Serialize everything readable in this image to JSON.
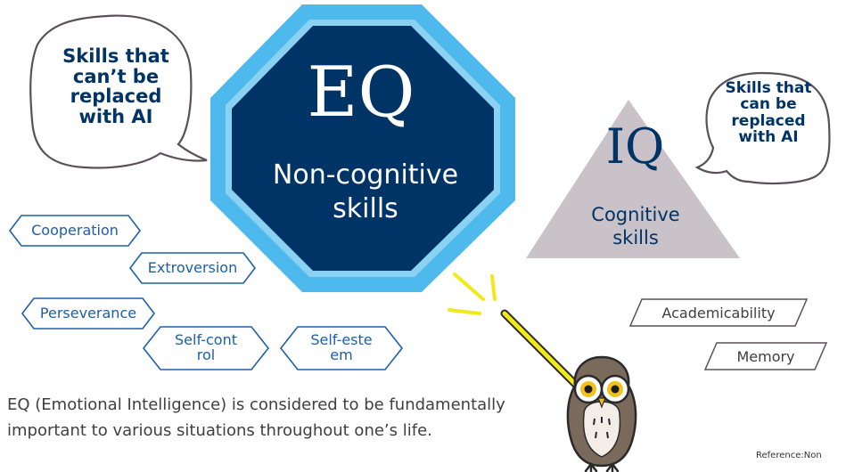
{
  "bubbles": {
    "left_text": "Skills that can’t be replaced with AI",
    "right_text": "Skills that can be replaced with AI"
  },
  "eq": {
    "title": "EQ",
    "subtitle": "Non-cognitive skills"
  },
  "iq": {
    "title": "IQ",
    "subtitle": "Cognitive skills"
  },
  "eq_skills": [
    "Cooperation",
    "Extroversion",
    "Perseverance",
    "Self-control",
    "Self-esteem"
  ],
  "iq_skills": [
    "Academicability",
    "Memory"
  ],
  "caption": "EQ (Emotional Intelligence) is considered to be fundamentally important to various situations throughout one’s life.",
  "reference": "Reference:Non",
  "colors": {
    "eq_blue": "#003466",
    "eq_ring": "#4eb9ec",
    "iq_gray": "#c9c2c8",
    "bubble_stroke": "#5a5158",
    "tag_blue": "#1d5fa8",
    "pointer_yellow": "#f3e91a"
  }
}
